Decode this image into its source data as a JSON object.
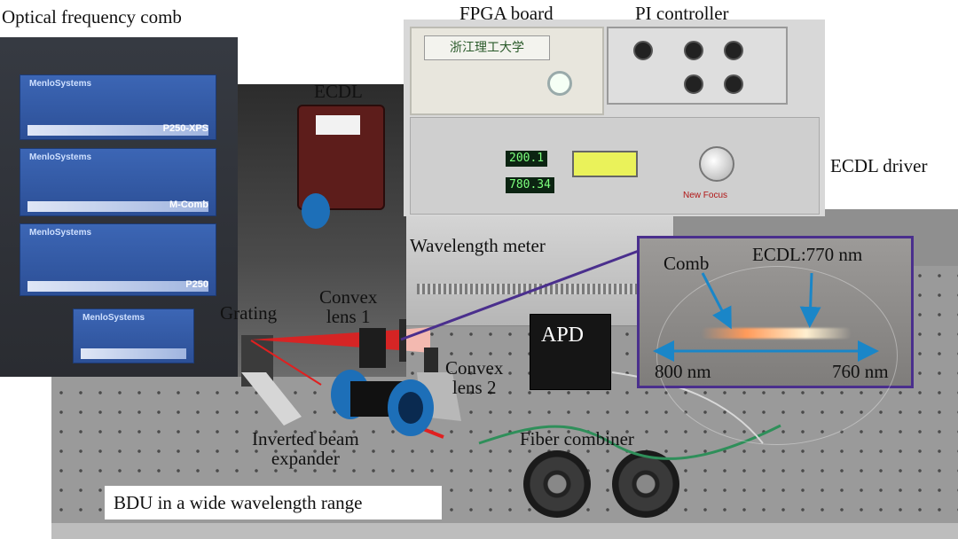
{
  "labels": {
    "optical_frequency_comb": "Optical frequency comb",
    "fpga_board": "FPGA board",
    "pi_controller": "PI controller",
    "ecdl": "ECDL",
    "ecdl_driver": "ECDL driver",
    "wavelength_meter": "Wavelength meter",
    "grating": "Grating",
    "convex_lens_1": "Convex\nlens 1",
    "convex_lens_2": "Convex\nlens 2",
    "apd": "APD",
    "inverted_beam_expander": "Inverted beam\nexpander",
    "fiber_combiner": "Fiber combiner",
    "bdu_caption": "BDU in a wide wavelength range"
  },
  "inset": {
    "comb": "Comb",
    "ecdl_wavelength": "ECDL:770 nm",
    "left_range": "800 nm",
    "right_range": "760 nm"
  },
  "device_text": {
    "comb_brand": "MenloSystems",
    "comb_units": [
      "P250-XPS",
      "M-Comb",
      "P250",
      ""
    ],
    "fpga_logo": "浙江理工大学",
    "lcd_1": "200.1",
    "lcd_2": "780.34",
    "driver_brand": "New Focus"
  },
  "colors": {
    "inset_border": "#4a2f8d",
    "arrow_blue": "#1a86c8",
    "beam_red": "#e02020",
    "label_text": "#111111"
  }
}
